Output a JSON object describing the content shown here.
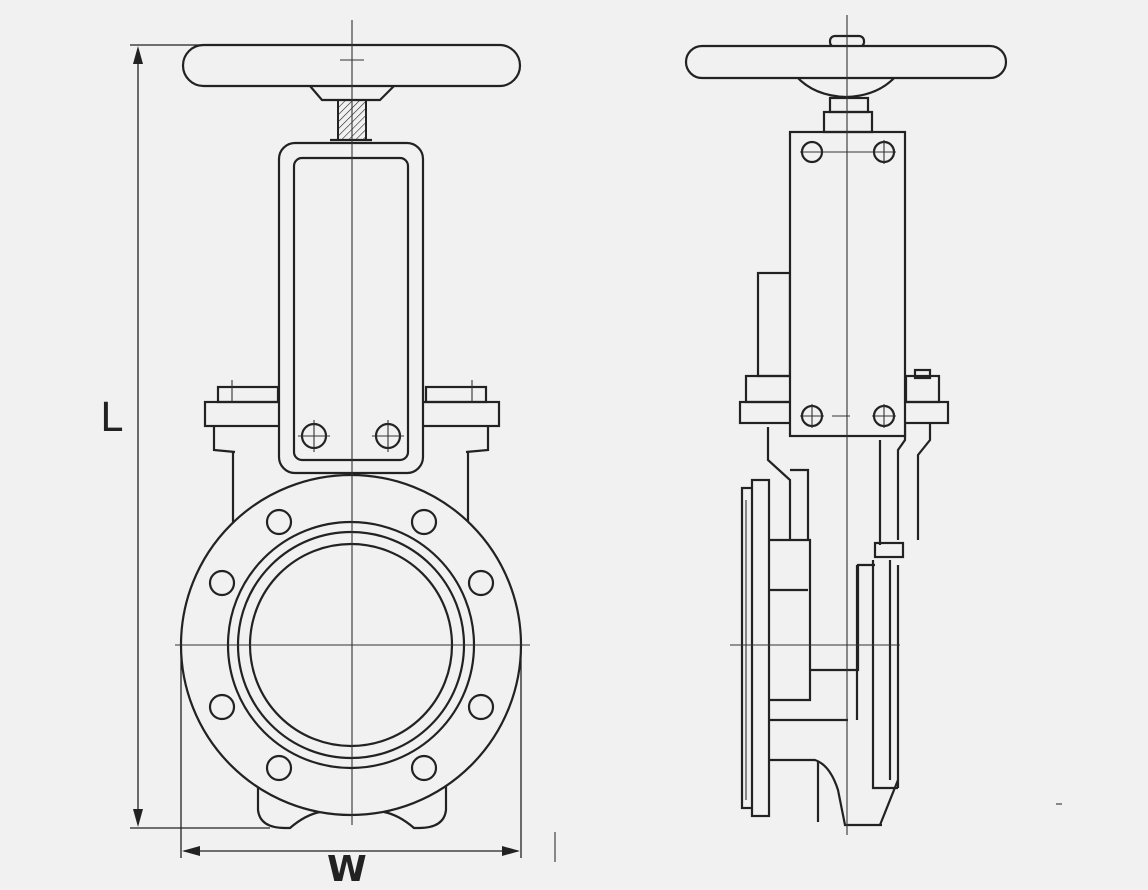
{
  "dimensions": {
    "length_label": "L",
    "width_label": "W"
  },
  "views": [
    {
      "name": "front",
      "components": [
        "handwheel",
        "stem",
        "yoke-frame",
        "gland-flange",
        "body-flange",
        "bore",
        "lugs"
      ]
    },
    {
      "name": "side",
      "components": [
        "handwheel",
        "yoke-plate",
        "gland",
        "body",
        "flange-face"
      ]
    }
  ],
  "colors": {
    "background": "#f1f1f1",
    "line": "#222222"
  }
}
